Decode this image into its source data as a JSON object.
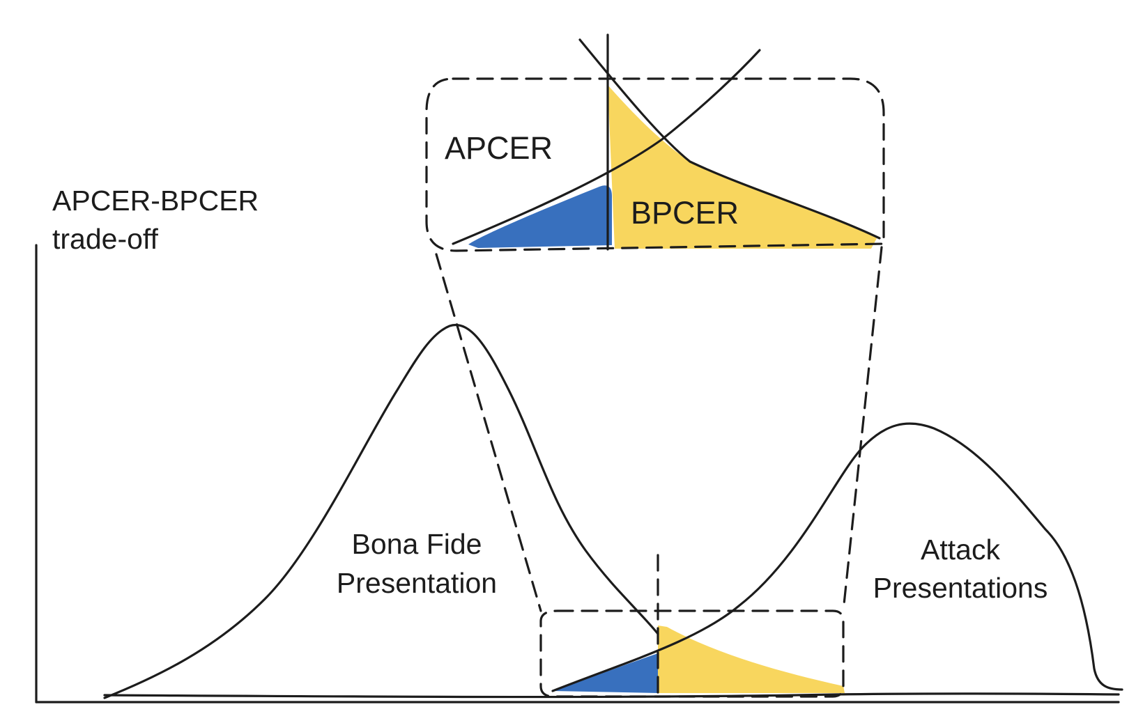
{
  "axis": {
    "title_line1": "APCER-BPCER",
    "title_line2": "trade-off"
  },
  "zoom": {
    "apcer_label": "APCER",
    "bpcer_label": "BPCER"
  },
  "distributions": {
    "bona_fide_line1": "Bona Fide",
    "bona_fide_line2": "Presentation",
    "attack_line1": "Attack",
    "attack_line2": "Presentations"
  },
  "colors": {
    "apcer_fill": "#3870BE",
    "bpcer_fill": "#F8D65E",
    "ink": "#1C1C1C"
  }
}
